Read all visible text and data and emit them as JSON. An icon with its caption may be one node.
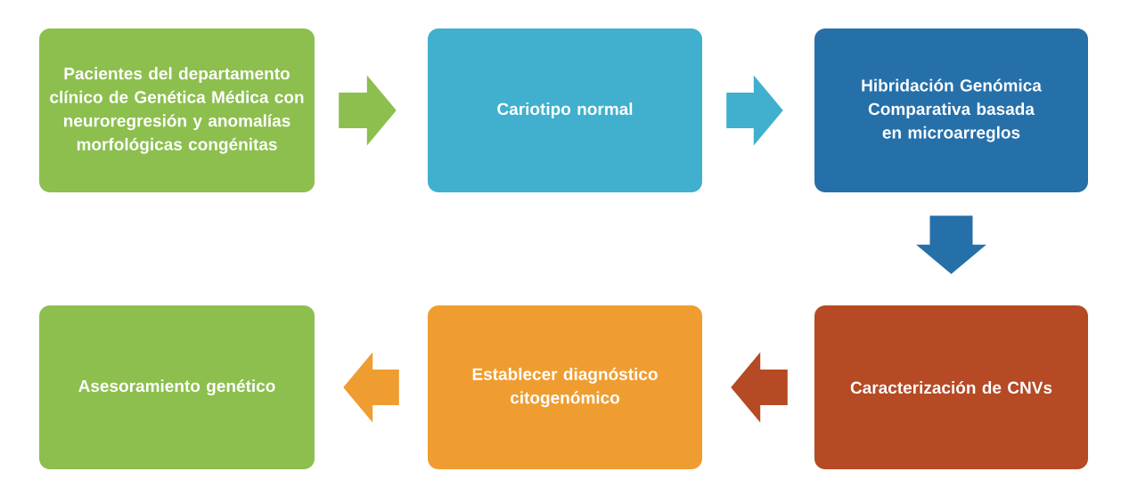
{
  "diagram": {
    "nodes": [
      {
        "text": [
          "Pacientes del departamento clínico de Genética Médica con neuroregresión y anomalías morfológicas congénitas"
        ]
      },
      {
        "text": [
          "Cariotipo normal"
        ]
      },
      {
        "text": [
          "Hibridación Genómica Comparativa basada en microarreglos"
        ]
      },
      {
        "text": [
          "Caracterización de CNVs"
        ]
      },
      {
        "text": [
          "Establecer diagnóstico citogenómico"
        ]
      },
      {
        "text": [
          "Asesoramiento genético"
        ]
      }
    ],
    "edges": [
      {
        "from": 0,
        "to": 1,
        "arrow": "to",
        "color": "#8cbf4e"
      },
      {
        "from": 1,
        "to": 2,
        "arrow": "to",
        "color": "#40b0ce"
      },
      {
        "from": 2,
        "to": 3,
        "arrow": "to",
        "color": "#2670aa"
      },
      {
        "from": 3,
        "to": 4,
        "arrow": "to",
        "color": "#b54a25"
      },
      {
        "from": 4,
        "to": 5,
        "arrow": "to",
        "color": "#ef9d30"
      }
    ]
  }
}
